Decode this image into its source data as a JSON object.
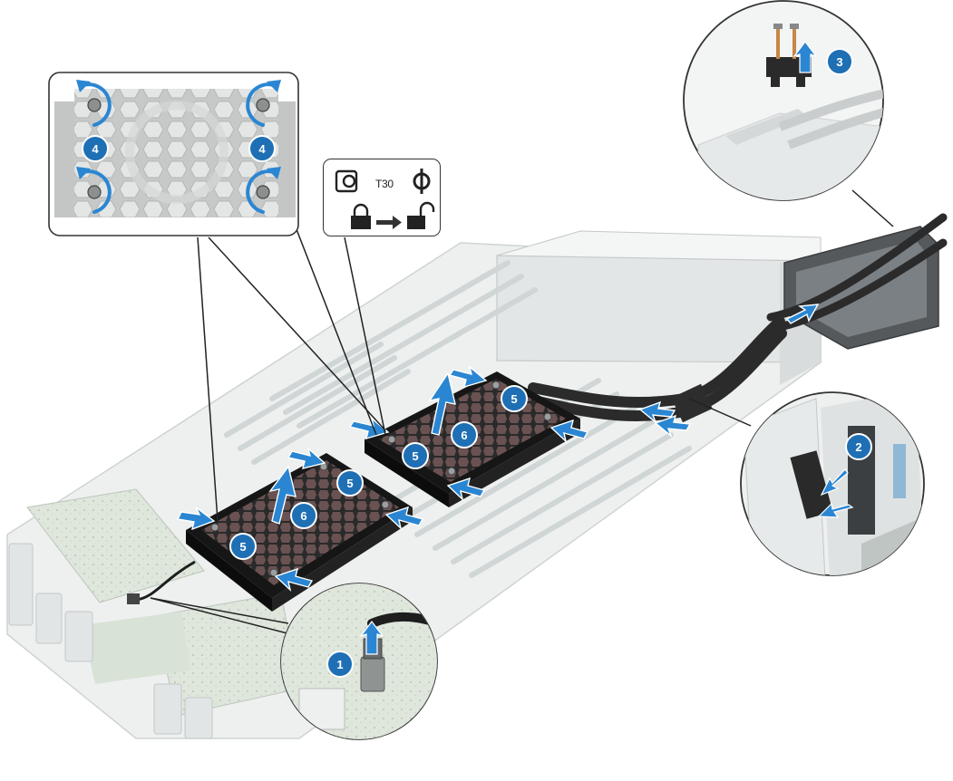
{
  "tool": {
    "bit": "T30",
    "icons": [
      "torx-screwdriver-icon",
      "phillips-icon",
      "lock-icon",
      "arrow-right-icon",
      "unlock-icon"
    ]
  },
  "steps": [
    {
      "number": "1"
    },
    {
      "number": "2"
    },
    {
      "number": "3"
    },
    {
      "number": "4"
    },
    {
      "number": "5"
    },
    {
      "number": "6"
    }
  ],
  "colors": {
    "callout": "#1f6fb5",
    "arrow": "#2a86d2",
    "module": "#1e1e1e",
    "chassis": "#e9ecec"
  }
}
